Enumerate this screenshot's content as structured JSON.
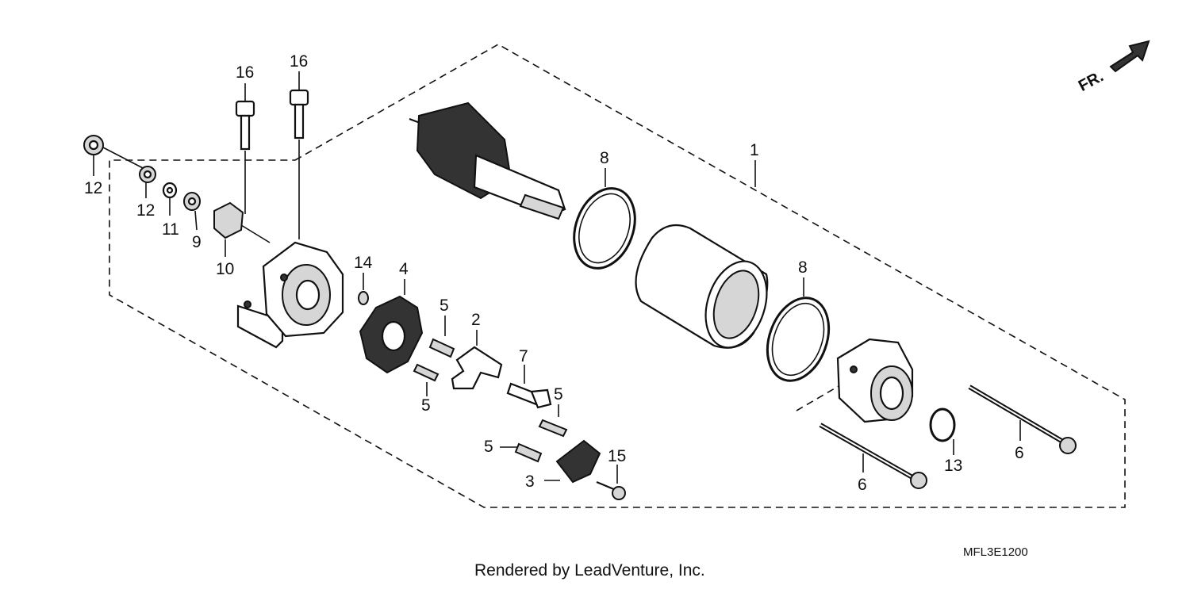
{
  "diagram_code": "MFL3E1200",
  "credit": "Rendered by LeadVenture, Inc.",
  "front_arrow": "FR.",
  "callouts": [
    "1",
    "2",
    "3",
    "4",
    "5",
    "5",
    "5",
    "5",
    "6",
    "6",
    "7",
    "8",
    "8",
    "9",
    "10",
    "11",
    "12",
    "12",
    "13",
    "14",
    "15",
    "16",
    "16"
  ]
}
